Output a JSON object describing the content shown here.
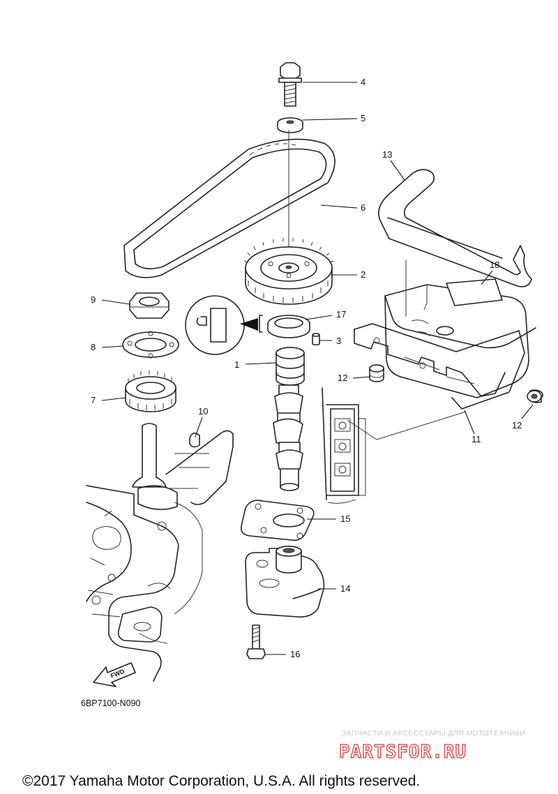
{
  "diagram": {
    "part_numbers": [
      "1",
      "2",
      "3",
      "4",
      "5",
      "6",
      "7",
      "8",
      "9",
      "10",
      "11",
      "12",
      "12",
      "13",
      "14",
      "15",
      "16",
      "17",
      "18"
    ],
    "drawing_code": "6BP7100-N090",
    "fwd_label": "FWD",
    "copyright": "©2017 Yamaha Motor Corporation, U.S.A. All rights reserved."
  },
  "watermark": {
    "tagline": "ЗАПЧАСТИ И АКСЕССУАРЫ ДЛЯ МОТОТЕХНИКИ",
    "logo": "PARTSFOR.RU",
    "color": "#e03a3a"
  }
}
